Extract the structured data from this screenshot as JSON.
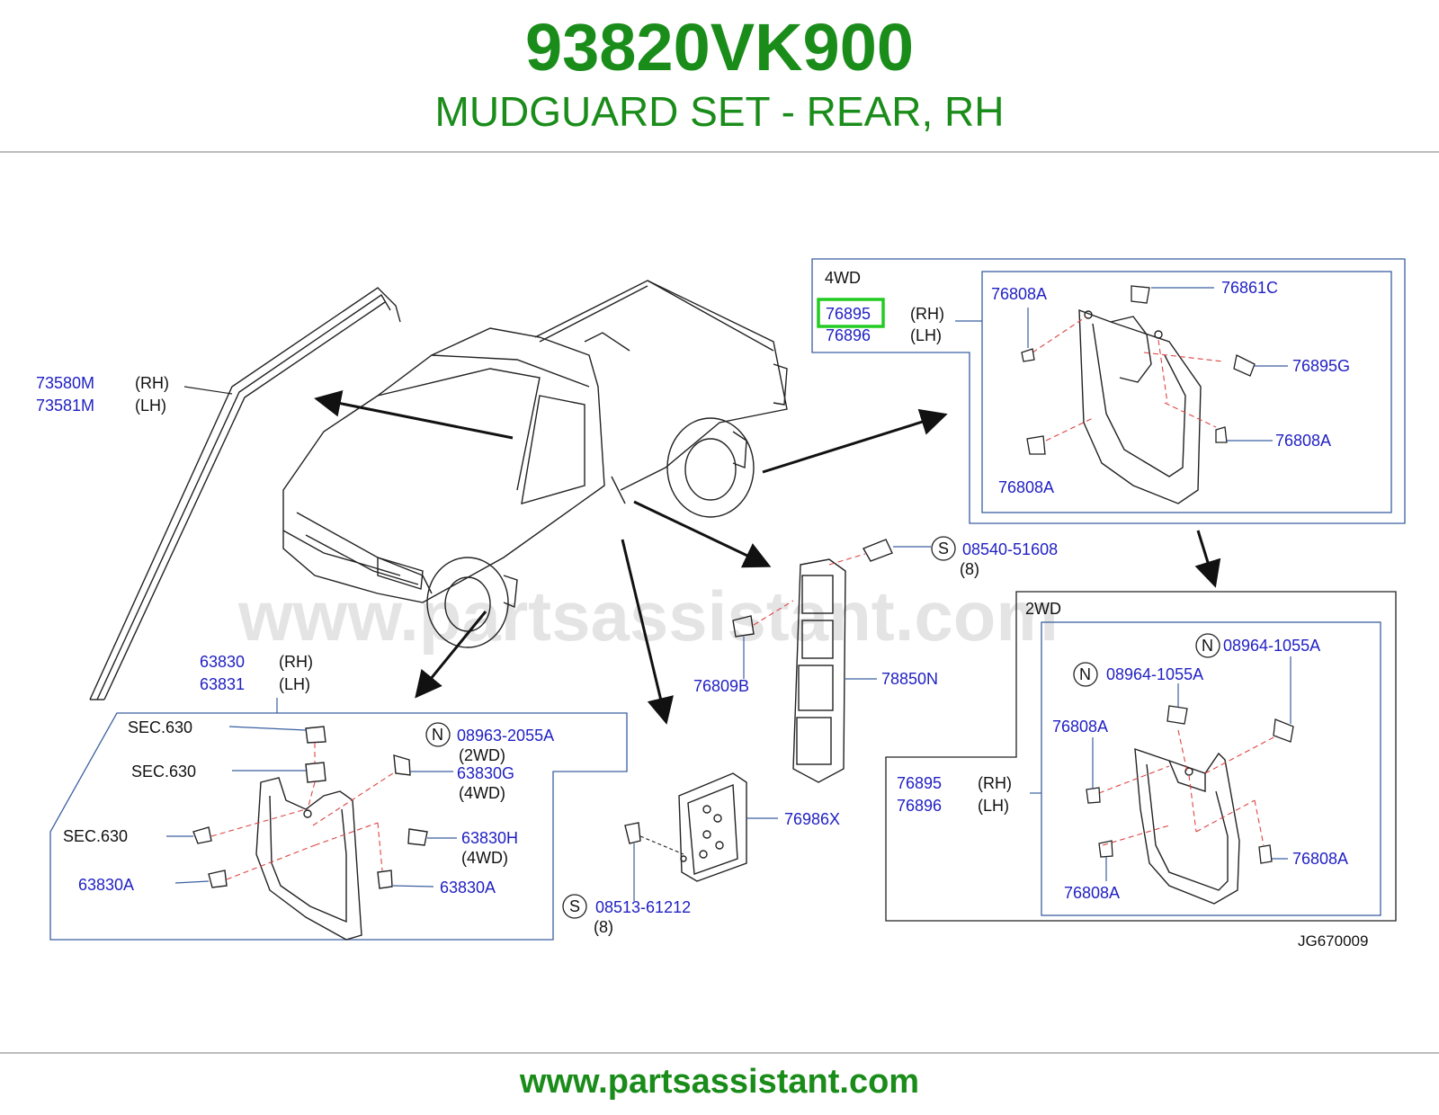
{
  "header": {
    "part_number": "93820VK900",
    "description": "MUDGUARD SET - REAR, RH"
  },
  "footer": {
    "url": "www.partsassistant.com"
  },
  "watermark": "www.partsassistant.com",
  "diagram_code": "JG670009",
  "colors": {
    "brand_green": "#1a8c1a",
    "link_blue": "#1f1fc4",
    "highlight": "#22cc22"
  },
  "labels": {
    "weatherstrip_rh": "73580M",
    "weatherstrip_rh_side": "(RH)",
    "weatherstrip_lh": "73581M",
    "weatherstrip_lh_side": "(LH)",
    "rear4wd_section": "4WD",
    "rear4wd_rh": "76895",
    "rear4wd_rh_side": "(RH)",
    "rear4wd_lh": "76896",
    "rear4wd_lh_side": "(LH)",
    "rear4wd_screw_tl": "76808A",
    "rear4wd_clip": "76861C",
    "rear4wd_grommet": "76895G",
    "rear4wd_screw_r": "76808A",
    "rear4wd_screw_bl": "76808A",
    "bolt_s_top": "08540-51608",
    "bolt_s_top_sym": "S",
    "bolt_s_top_qty": "(8)",
    "clip_76809b": "76809B",
    "protector_78850n": "78850N",
    "rear2wd_section": "2WD",
    "rear2wd_nut_r": "08964-1055A",
    "rear2wd_nut_r_sym": "N",
    "rear2wd_nut_l": "08964-1055A",
    "rear2wd_nut_l_sym": "N",
    "rear2wd_screw_tl": "76808A",
    "rear2wd_rh": "76895",
    "rear2wd_rh_side": "(RH)",
    "rear2wd_lh": "76896",
    "rear2wd_lh_side": "(LH)",
    "rear2wd_screw_r": "76808A",
    "rear2wd_screw_b": "76808A",
    "pad_76986x": "76986X",
    "bolt_s_bot": "08513-61212",
    "bolt_s_bot_sym": "S",
    "bolt_s_bot_qty": "(8)",
    "front_rh": "63830",
    "front_rh_side": "(RH)",
    "front_lh": "63831",
    "front_lh_side": "(LH)",
    "front_sec1": "SEC.630",
    "front_sec2": "SEC.630",
    "front_sec3": "SEC.630",
    "front_nut": "08963-2055A",
    "front_nut_sym": "N",
    "front_nut_note": "(2WD)",
    "front_clip_g": "63830G",
    "front_clip_g_note": "(4WD)",
    "front_grommet_h": "63830H",
    "front_grommet_h_note": "(4WD)",
    "front_screw_l": "63830A",
    "front_screw_r": "63830A"
  }
}
